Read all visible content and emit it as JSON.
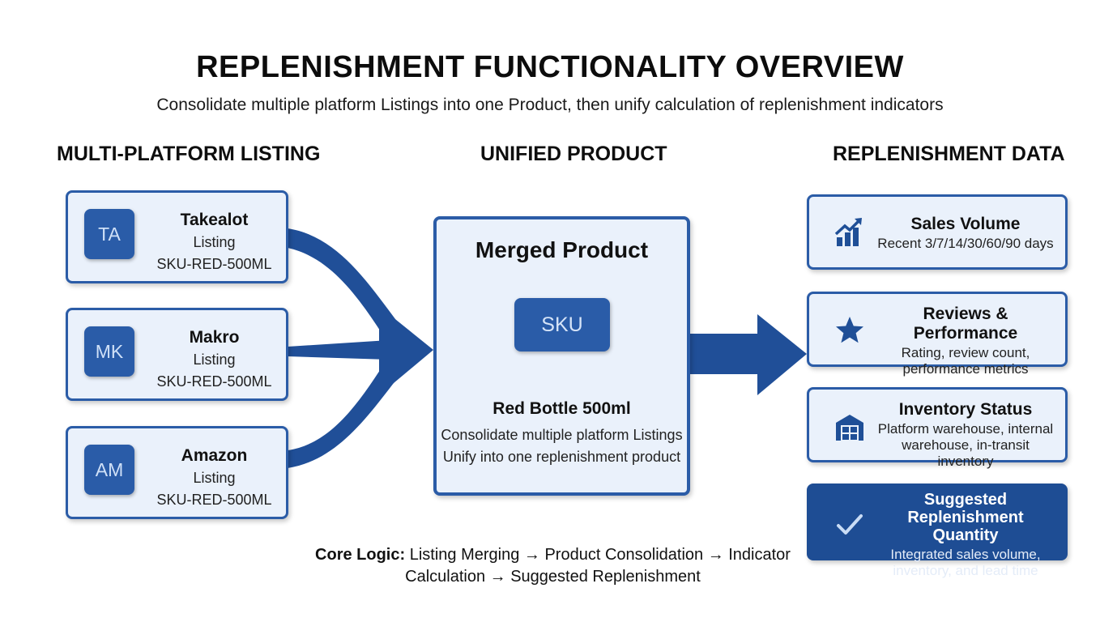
{
  "title": "REPLENISHMENT FUNCTIONALITY OVERVIEW",
  "subtitle": "Consolidate multiple platform Listings into one Product, then unify calculation of replenishment indicators",
  "columns": {
    "left": "MULTI-PLATFORM LISTING",
    "center": "UNIFIED PRODUCT",
    "right": "REPLENISHMENT DATA"
  },
  "listings": [
    {
      "badge": "TA",
      "name": "Takealot",
      "type": "Listing",
      "sku": "SKU-RED-500ML"
    },
    {
      "badge": "MK",
      "name": "Makro",
      "type": "Listing",
      "sku": "SKU-RED-500ML"
    },
    {
      "badge": "AM",
      "name": "Amazon",
      "type": "Listing",
      "sku": "SKU-RED-500ML"
    }
  ],
  "product": {
    "title": "Merged Product",
    "sku_label": "SKU",
    "name": "Red Bottle 500ml",
    "desc_line1": "Consolidate multiple platform Listings",
    "desc_line2": "Unify into one replenishment product"
  },
  "data_cards": [
    {
      "icon": "bar-chart-icon",
      "title": "Sales Volume",
      "desc": "Recent 3/7/14/30/60/90 days"
    },
    {
      "icon": "star-icon",
      "title": "Reviews & Performance",
      "desc_line1": "Rating, review count,",
      "desc_line2": "performance metrics"
    },
    {
      "icon": "warehouse-icon",
      "title": "Inventory Status",
      "desc_line1": "Platform warehouse, internal",
      "desc_line2": "warehouse, in-transit inventory"
    },
    {
      "icon": "checkmark-icon",
      "title_line1": "Suggested Replenishment",
      "title_line2": "Quantity",
      "desc_line1": "Integrated sales volume,",
      "desc_line2": "inventory, and lead time"
    }
  ],
  "core_logic": {
    "label": "Core Logic:",
    "text_line1": "Listing Merging → Product Consolidation → Indicator",
    "text_line2": "Calculation → Suggested Replenishment"
  },
  "colors": {
    "accent": "#2b5ca7",
    "dark_accent": "#1e4d94",
    "card_bg": "#eaf1fb"
  }
}
